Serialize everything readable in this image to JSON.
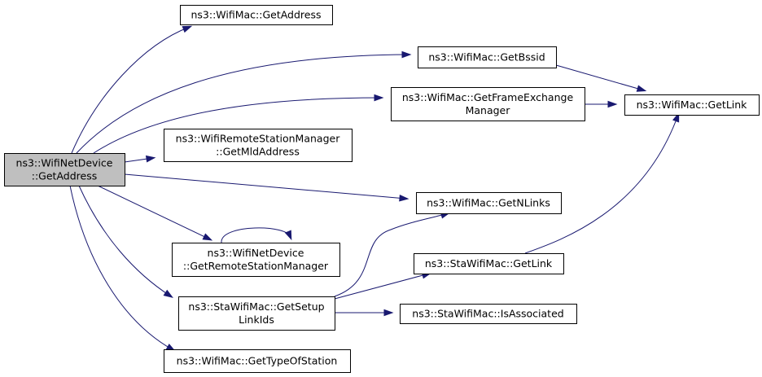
{
  "nodes": [
    {
      "id": "wnd_getaddress",
      "lines": [
        "ns3::WifiNetDevice",
        "::GetAddress"
      ],
      "root": true
    },
    {
      "id": "mac_getaddress",
      "lines": [
        "ns3::WifiMac::GetAddress"
      ]
    },
    {
      "id": "mac_getbssid",
      "lines": [
        "ns3::WifiMac::GetBssid"
      ]
    },
    {
      "id": "mac_getfem",
      "lines": [
        "ns3::WifiMac::GetFrameExchange",
        "Manager"
      ]
    },
    {
      "id": "mac_getlink",
      "lines": [
        "ns3::WifiMac::GetLink"
      ]
    },
    {
      "id": "rsm_getmld",
      "lines": [
        "ns3::WifiRemoteStationManager",
        "::GetMldAddress"
      ]
    },
    {
      "id": "mac_getnlinks",
      "lines": [
        "ns3::WifiMac::GetNLinks"
      ]
    },
    {
      "id": "wnd_getrsm",
      "lines": [
        "ns3::WifiNetDevice",
        "::GetRemoteStationManager"
      ]
    },
    {
      "id": "sta_getlink",
      "lines": [
        "ns3::StaWifiMac::GetLink"
      ]
    },
    {
      "id": "sta_getsetup",
      "lines": [
        "ns3::StaWifiMac::GetSetup",
        "LinkIds"
      ]
    },
    {
      "id": "sta_isassoc",
      "lines": [
        "ns3::StaWifiMac::IsAssociated"
      ]
    },
    {
      "id": "mac_gettype",
      "lines": [
        "ns3::WifiMac::GetTypeOfStation"
      ]
    }
  ],
  "edges": [
    {
      "from": "wnd_getaddress",
      "to": "mac_getaddress"
    },
    {
      "from": "wnd_getaddress",
      "to": "mac_getbssid"
    },
    {
      "from": "wnd_getaddress",
      "to": "mac_getfem"
    },
    {
      "from": "wnd_getaddress",
      "to": "rsm_getmld"
    },
    {
      "from": "wnd_getaddress",
      "to": "mac_getnlinks"
    },
    {
      "from": "wnd_getaddress",
      "to": "wnd_getrsm"
    },
    {
      "from": "wnd_getaddress",
      "to": "sta_getsetup"
    },
    {
      "from": "wnd_getaddress",
      "to": "mac_gettype"
    },
    {
      "from": "mac_getbssid",
      "to": "mac_getlink"
    },
    {
      "from": "mac_getfem",
      "to": "mac_getlink"
    },
    {
      "from": "wnd_getrsm",
      "to": "wnd_getrsm"
    },
    {
      "from": "sta_getsetup",
      "to": "mac_getnlinks"
    },
    {
      "from": "sta_getsetup",
      "to": "sta_getlink"
    },
    {
      "from": "sta_getsetup",
      "to": "sta_isassoc"
    },
    {
      "from": "sta_getlink",
      "to": "mac_getlink"
    }
  ],
  "colors": {
    "edge": "#191970",
    "root_fill": "#bfbfbf",
    "node_fill": "#ffffff",
    "border": "#000000"
  }
}
